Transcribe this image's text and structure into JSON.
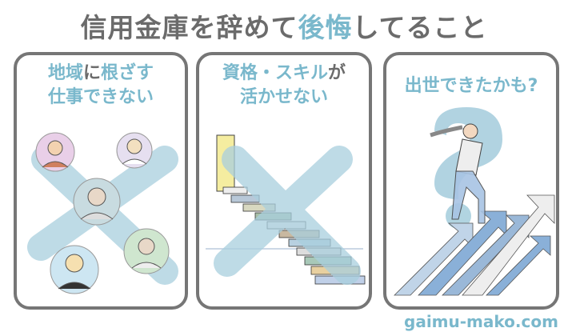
{
  "title": {
    "part1": "信用金庫を辞めて",
    "part2": "後悔",
    "part3": "してること"
  },
  "panels": [
    {
      "line1_a": "地域",
      "line1_b": "に",
      "line1_c": "根ざす",
      "line2": "仕事できない"
    },
    {
      "line1_a": "資格・スキル",
      "line1_b": "が",
      "line2": "活かせない"
    },
    {
      "line1": "出世できたかも?"
    }
  ],
  "footer": "gaimu-mako.com",
  "colors": {
    "accent": "#7ab8cc",
    "text": "#6b6b6b",
    "border": "#767676",
    "mark": "#a9cfde"
  }
}
